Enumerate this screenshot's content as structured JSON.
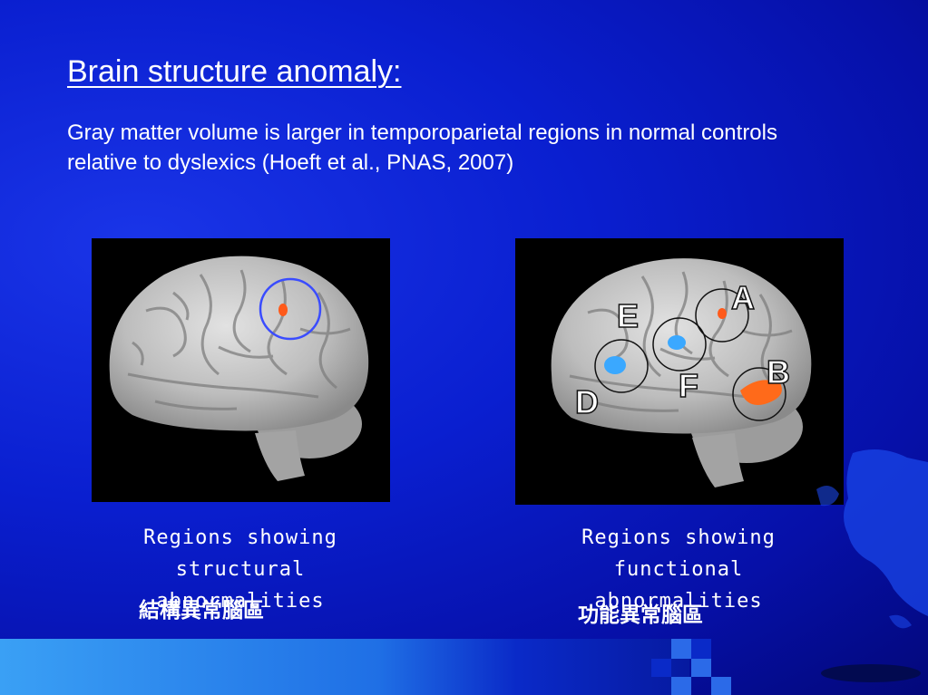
{
  "slide": {
    "title": "Brain structure anomaly:",
    "body": "Gray matter volume is larger in temporoparietal regions in normal controls relative to dyslexics (Hoeft et al., PNAS, 2007)"
  },
  "left_panel": {
    "caption_line1": "Regions showing",
    "caption_line2": "structural",
    "caption_line3": "abnormalities",
    "cjk_label": "結構異常腦區"
  },
  "right_panel": {
    "region_labels": [
      "A",
      "B",
      "D",
      "E",
      "F"
    ],
    "caption_line1": "Regions showing",
    "caption_line2": "functional",
    "caption_line3": "abnormalities",
    "cjk_label": "功能異常腦區"
  },
  "colors": {
    "background": "#0a1fd0",
    "text": "#ffffff",
    "structural_circle": "#3a4cff",
    "functional_circle": "#111111",
    "activation_warm": "#ff6a1a",
    "activation_cool": "#3aa8ff"
  }
}
